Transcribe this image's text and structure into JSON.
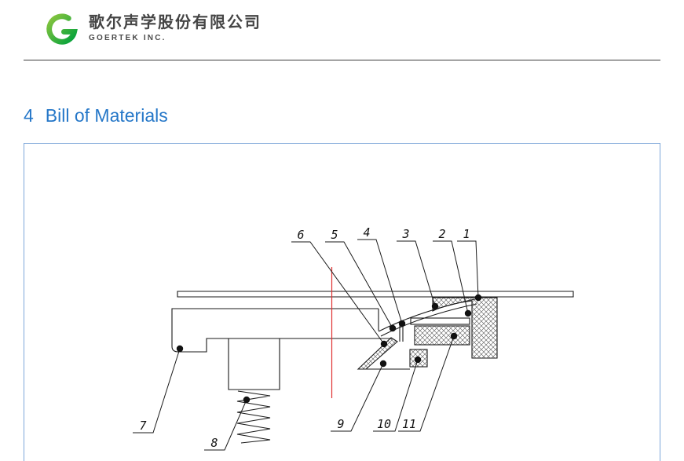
{
  "header": {
    "company_name_cn": "歌尔声学股份有限公司",
    "company_name_en": "GOERTEK INC.",
    "logo_icon": "goertek-swirl-icon"
  },
  "section": {
    "number": "4",
    "title": "Bill of Materials"
  },
  "figure": {
    "type": "technical-cross-section-diagram",
    "callouts": [
      "1",
      "2",
      "3",
      "4",
      "5",
      "6",
      "7",
      "8",
      "9",
      "10",
      "11"
    ]
  },
  "colors": {
    "heading_blue": "#2577c8",
    "figure_border_blue": "#7da7d9",
    "logo_green_light": "#8dc63f",
    "logo_green_dark": "#00a13b",
    "centerline_red": "#e03030",
    "drawing_line": "#1a1a1a"
  }
}
